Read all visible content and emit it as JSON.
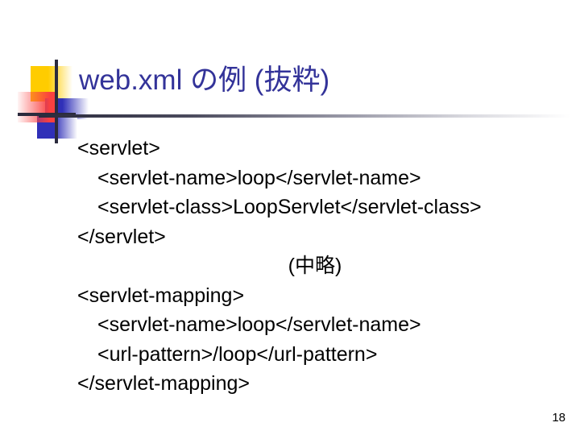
{
  "slide": {
    "title": "web.xml の例 (抜粋)",
    "page_number": "18",
    "colors": {
      "title_text": "#333399",
      "body_text": "#000000",
      "ornament_yellow": "#ffcc00",
      "ornament_red": "#fa4040",
      "ornament_blue": "#3030b8",
      "ornament_line": "#2b2b3d",
      "background": "#ffffff"
    },
    "ornament": {
      "yellow_square": "yellow-square",
      "red_square": "red-square",
      "blue_square_upper": "blue-square-upper",
      "blue_square_lower": "blue-square-lower",
      "vertical_line": "vertical-line",
      "horizontal_line": "horizontal-line"
    },
    "body": {
      "lines": [
        {
          "text": "<servlet>",
          "indent": 0,
          "align": "left"
        },
        {
          "text": "<servlet-name>loop</servlet-name>",
          "indent": 1,
          "align": "left"
        },
        {
          "text": "<servlet-class>LoopServlet</servlet-class>",
          "indent": 1,
          "align": "left"
        },
        {
          "text": "</servlet>",
          "indent": 0,
          "align": "left"
        },
        {
          "text": "(中略)",
          "indent": 0,
          "align": "center"
        },
        {
          "text": "<servlet-mapping>",
          "indent": 0,
          "align": "left"
        },
        {
          "text": "<servlet-name>loop</servlet-name>",
          "indent": 1,
          "align": "left"
        },
        {
          "text": "<url-pattern>/loop</url-pattern>",
          "indent": 1,
          "align": "left"
        },
        {
          "text": "</servlet-mapping>",
          "indent": 0,
          "align": "left"
        }
      ]
    }
  }
}
